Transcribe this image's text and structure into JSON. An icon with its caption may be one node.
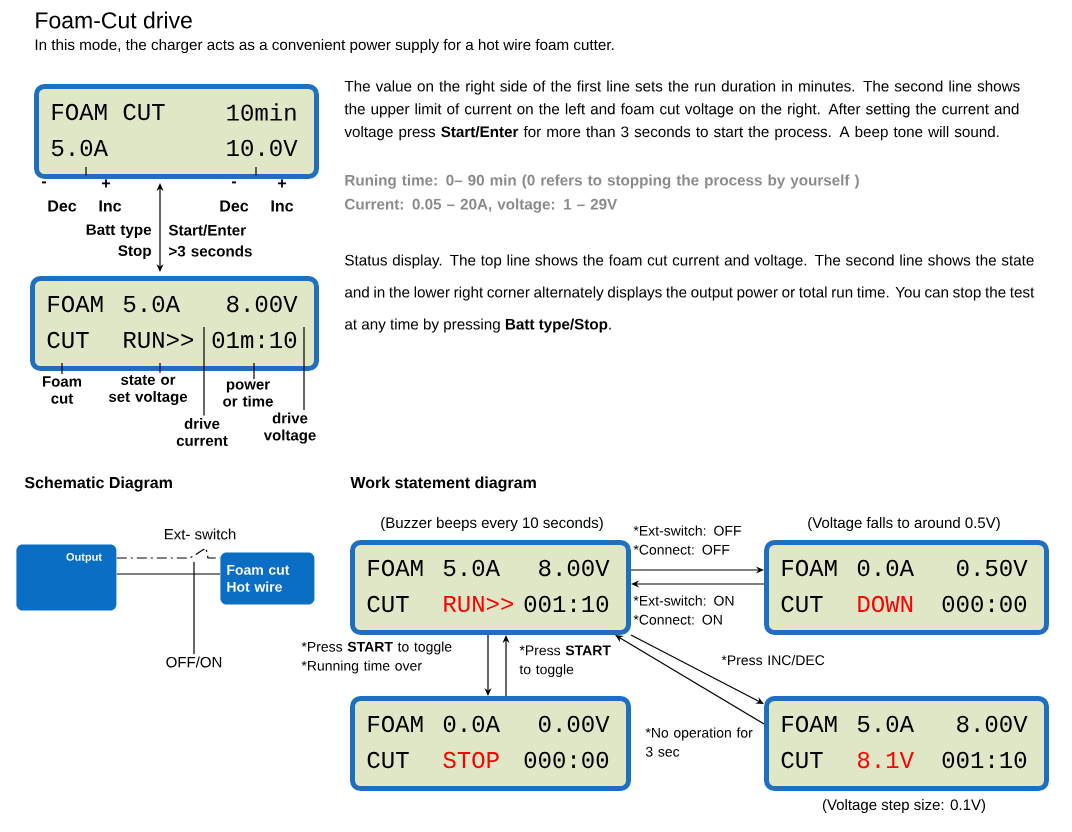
{
  "diagram": {
    "title": "Foam-Cut drive",
    "nodes": [
      {
        "text": [
          "FOAM CUT",
          "10min",
          "5.0A",
          "10.0V"
        ]
      },
      {
        "text": [
          "-",
          "+",
          "Dec",
          "Inc"
        ]
      },
      {
        "text": [
          "-",
          "+",
          "Dec",
          "Inc"
        ]
      },
      {
        "text": [
          "FOAM",
          "5.0A",
          "8.00V",
          "CUT",
          "RUN>>",
          "01m:10"
        ]
      },
      {
        "text": [
          "Foam cut"
        ]
      },
      {
        "text": [
          "state or set voltage"
        ]
      },
      {
        "text": [
          "power or time"
        ]
      },
      {
        "text": [
          "drive current"
        ]
      },
      {
        "text": [
          "drive voltage"
        ]
      },
      {
        "text": [
          "Output"
        ]
      },
      {
        "text": [
          "Foam cut Hot wire"
        ]
      },
      {
        "text": [
          "OFF/ON"
        ]
      },
      {
        "text": [
          "FOAM",
          "5.0A",
          "8.00V",
          "CUT",
          "RUN>>",
          "001:10"
        ],
        "beside": [
          "(Buzzer beeps every 10 seconds)"
        ]
      },
      {
        "text": [
          "FOAM",
          "0.0A",
          "0.50V",
          "CUT",
          "DOWN",
          "000:00"
        ],
        "beside": [
          "(Voltage falls to around 0.5V)"
        ]
      },
      {
        "text": [
          "FOAM",
          "0.0A",
          "0.00V",
          "CUT",
          "STOP",
          "000:00"
        ]
      },
      {
        "text": [
          "FOAM",
          "5.0A",
          "8.00V",
          "CUT",
          "8.1V",
          "001:10"
        ],
        "beside": [
          "(Voltage step size: 0.1V)"
        ]
      }
    ],
    "edges": [
      {
        "from": 1,
        "to": 0,
        "arrow": "none"
      },
      {
        "from": 2,
        "to": 0,
        "arrow": "none"
      },
      {
        "from": 0,
        "to": 3,
        "arrow": "both"
      },
      {
        "from": 4,
        "to": 3,
        "arrow": "none"
      },
      {
        "from": 5,
        "to": 3,
        "arrow": "none"
      },
      {
        "from": 6,
        "to": 3,
        "arrow": "none"
      },
      {
        "from": 7,
        "to": 3,
        "arrow": "none"
      },
      {
        "from": 8,
        "to": 3,
        "arrow": "none"
      },
      {
        "from": 9,
        "to": 10,
        "arrow": "none",
        "style": "dashed"
      },
      {
        "from": 9,
        "to": 10,
        "arrow": "none"
      },
      {
        "from": 11,
        "to": null,
        "arrow": "none"
      },
      {
        "from": 12,
        "to": 13,
        "arrow": "to",
        "label": "*Ext-switch: OFF *Connect: OFF"
      },
      {
        "from": 13,
        "to": 12,
        "arrow": "to",
        "label": "*Ext-switch: ON *Connect: ON"
      },
      {
        "from": 12,
        "to": 14,
        "arrow": "to",
        "label": "*Press **START** to toggle *Running time over"
      },
      {
        "from": 14,
        "to": 12,
        "arrow": "to",
        "label": "*Press **START** to toggle"
      },
      {
        "from": 12,
        "to": 15,
        "arrow": "to",
        "label": "*Press INC/DEC"
      },
      {
        "from": 15,
        "to": 12,
        "arrow": "to",
        "label": "*No operation for 3 sec"
      }
    ],
    "labels": [
      "In this mode, the charger acts as a convenient power supply for a hot wire foam cutter.",
      "The value on the right side of the first line sets the run duration in minutes. The second line shows the upper limit of current on the left and foam cut voltage on the right. After setting the current and voltage press **Start/Enter** for more than 3 seconds to start the process. A beep tone will sound.",
      "Runing time: 0– 90 min (0 refers to stopping the process by yourself )",
      "Current: 0.05 – 20A, voltage: 1 – 29V",
      "Batt type Stop",
      "Start/Enter >3 seconds",
      "Status display. The top line shows the foam cut current and voltage. The second line shows the state and in the lower right corner alternately displays the output power or total run time. You can stop the test at any time by pressing **Batt type/Stop**.",
      "Schematic Diagram",
      "Ext- switch",
      "Work statement diagram"
    ]
  }
}
